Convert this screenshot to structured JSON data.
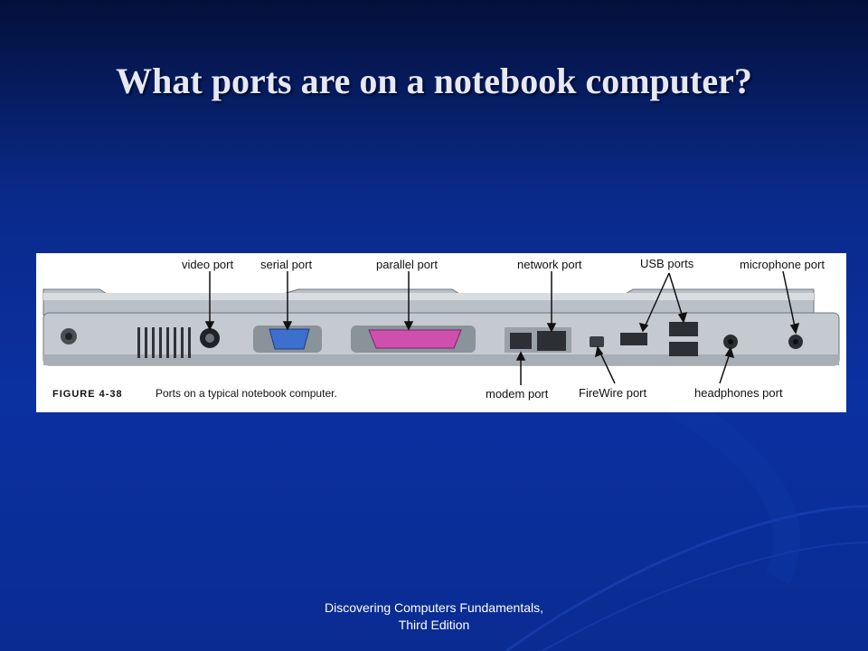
{
  "slide": {
    "title": "What ports are on a notebook computer?",
    "footer_line1": "Discovering Computers Fundamentals,",
    "footer_line2": "Third Edition"
  },
  "figure": {
    "caption_label": "FIGURE 4-38",
    "caption_text": "Ports on a typical notebook computer.",
    "labels": {
      "video_port": "video port",
      "serial_port": "serial port",
      "parallel_port": "parallel port",
      "network_port": "network port",
      "usb_ports": "USB ports",
      "microphone_port": "microphone port",
      "modem_port": "modem port",
      "firewire_port": "FireWire port",
      "headphones_port": "headphones port"
    }
  },
  "colors": {
    "background_top": "#03103a",
    "background_bottom": "#0b30a0",
    "title": "#e6e8f2"
  }
}
